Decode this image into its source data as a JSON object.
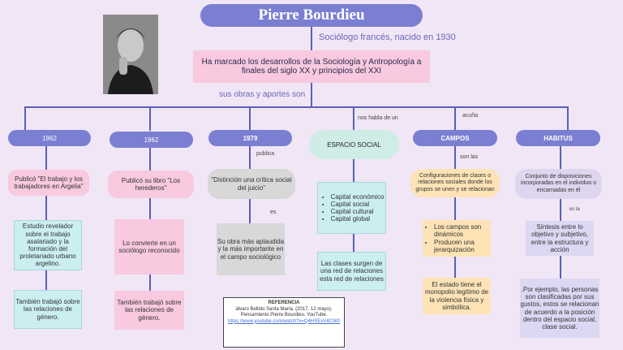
{
  "title": "Pierre Bourdieu",
  "subtitle": "Sociólogo francés, nacido en 1930",
  "intro": "Ha marcado los desarrollos de la Sociología y Antropología a finales del siglo XX y principios del XXI",
  "works_label": "sus obras y aportes son",
  "photo_label": "portrait-photo",
  "labels": {
    "nos_habla": "nos habla de un",
    "acuna": "acuña",
    "publica": "publica",
    "es": "es",
    "son_las": "son las",
    "es_la": "es la"
  },
  "col1": {
    "head": "1962",
    "pub": "Publicó \"El trabajo y los trabajadores en Argelia\"",
    "box1": "Estudio revelador sobre el trabajo asalariado y la formación del proletariado urbano argelino.",
    "box2": "También trabajó sobre las relaciones de género."
  },
  "col2": {
    "head": "1962",
    "pub": "Publicó su libro \"Los herederos\"",
    "box1": "Lo convierte en un sociólogo reconocido",
    "box2": "También trabajó sobre las relaciones de género."
  },
  "col3": {
    "head": "1979",
    "pub": "\"Distinción una crítica social del juicio\"",
    "box1": "Su obra más aplaudida y la más importante en el campo sociológico"
  },
  "col4": {
    "head": "ESPACIO SOCIAL",
    "list": [
      "Capital económico",
      "Capital social",
      "Capital cultural",
      "Capital global"
    ],
    "box2": "Las clases surgen de una red de relaciones esta red de relaciones"
  },
  "col5": {
    "head": "CAMPOS",
    "desc": "Configuraciones de clases o relaciones sociales donde los grupos se unen y se relacionan",
    "list": [
      "Los campos son dinámicos",
      "Producen una jerarquización"
    ],
    "box2": "El estado tiene el monopolio legítimo de la violencia física y simbólica."
  },
  "col6": {
    "head": "HABITUS",
    "desc": "Conjunto de disposiciones incorporadas en el individuo o encarnadas en él",
    "box1": "Síntesis entre lo objetivo y subjetivo, entre la estructura y acción",
    "box2": ".Por ejemplo, las personas son clasificadas por sus gustos, estos se relacionan de acuerdo a la posición dentro del espacio social, clase social."
  },
  "reference": {
    "heading": "REFERENCIA",
    "text": "álvaro Bellido Santa María. (2017, 12 mayo). Pensamiento Pierre Bourdieu. YouTube.",
    "link": "https://www.youtube.com/watch?v=Q4HSEvV4CW0"
  }
}
